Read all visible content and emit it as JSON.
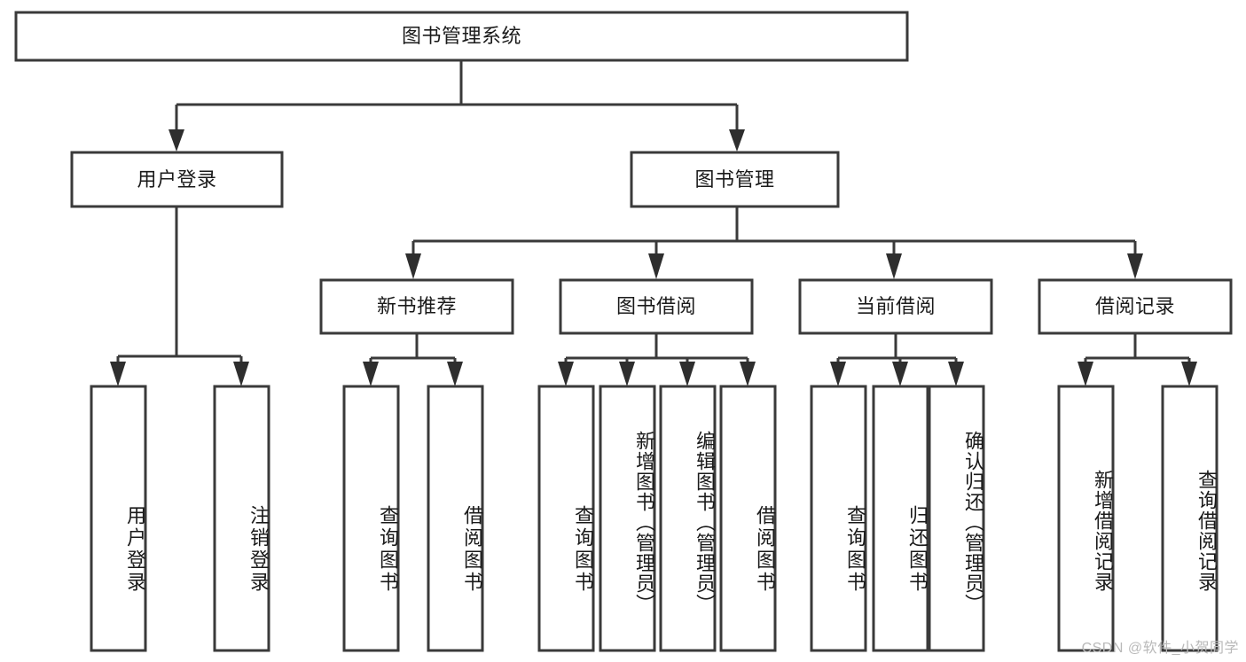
{
  "diagram": {
    "title": "图书管理系统",
    "watermark": "CSDN @软件_小贺同学",
    "type": "tree",
    "colors": {
      "box_stroke": "#3a3a3a",
      "box_fill": "#ffffff",
      "line": "#3a3a3a",
      "arrow": "#2e2e2e",
      "text": "#1a1a1a",
      "watermark": "#b9b9b9",
      "background": "#ffffff"
    },
    "root": {
      "label": "图书管理系统",
      "orientation": "horizontal"
    },
    "level2": [
      {
        "label": "用户登录",
        "orientation": "horizontal"
      },
      {
        "label": "图书管理",
        "orientation": "horizontal"
      }
    ],
    "level3": [
      {
        "label": "新书推荐",
        "orientation": "horizontal"
      },
      {
        "label": "图书借阅",
        "orientation": "horizontal"
      },
      {
        "label": "当前借阅",
        "orientation": "horizontal"
      },
      {
        "label": "借阅记录",
        "orientation": "horizontal"
      }
    ],
    "leaves": {
      "user_login": [
        {
          "label": "用户登录",
          "orientation": "vertical"
        },
        {
          "label": "注销登录",
          "orientation": "vertical"
        }
      ],
      "new_book_recommend": [
        {
          "label": "查询图书",
          "orientation": "vertical"
        },
        {
          "label": "借阅图书",
          "orientation": "vertical"
        }
      ],
      "book_borrow": [
        {
          "label": "查询图书",
          "orientation": "vertical"
        },
        {
          "label": "新增图书（管理员）",
          "orientation": "vertical"
        },
        {
          "label": "编辑图书（管理员）",
          "orientation": "vertical"
        },
        {
          "label": "借阅图书",
          "orientation": "vertical"
        }
      ],
      "current_borrow": [
        {
          "label": "查询图书",
          "orientation": "vertical"
        },
        {
          "label": "归还图书",
          "orientation": "vertical"
        },
        {
          "label": "确认归还（管理员）",
          "orientation": "vertical"
        }
      ],
      "borrow_record": [
        {
          "label": "新增借阅记录",
          "orientation": "vertical"
        },
        {
          "label": "查询借阅记录",
          "orientation": "vertical"
        }
      ]
    }
  }
}
